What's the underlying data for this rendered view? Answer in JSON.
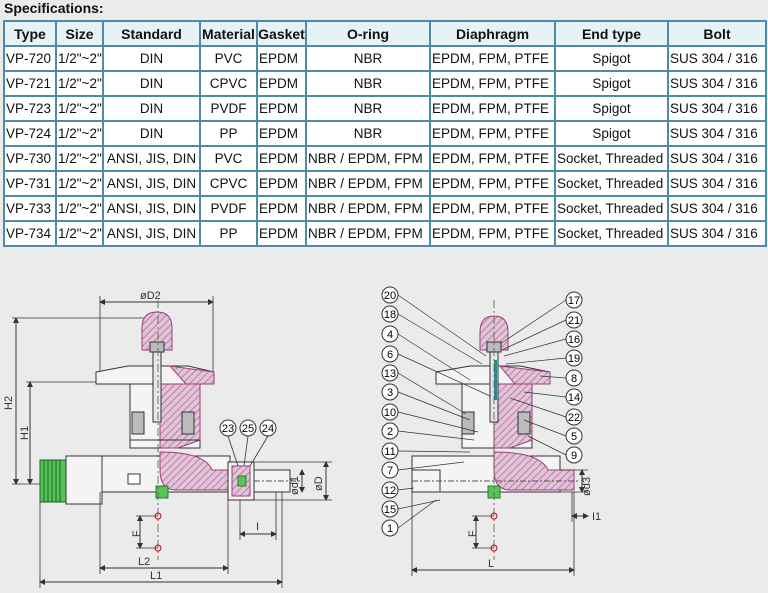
{
  "title": "Specifications:",
  "table": {
    "headers": [
      "Type",
      "Size",
      "Standard",
      "Material",
      "Gasket",
      "O-ring",
      "Diaphragm",
      "End type",
      "Bolt"
    ],
    "rows": [
      [
        "VP-720",
        "1/2\"~2\"",
        "DIN",
        "PVC",
        "EPDM",
        "NBR",
        "EPDM, FPM, PTFE",
        "Spigot",
        "SUS 304 / 316"
      ],
      [
        "VP-721",
        "1/2\"~2\"",
        "DIN",
        "CPVC",
        "EPDM",
        "NBR",
        "EPDM, FPM, PTFE",
        "Spigot",
        "SUS 304 / 316"
      ],
      [
        "VP-723",
        "1/2\"~2\"",
        "DIN",
        "PVDF",
        "EPDM",
        "NBR",
        "EPDM, FPM, PTFE",
        "Spigot",
        "SUS 304 / 316"
      ],
      [
        "VP-724",
        "1/2\"~2\"",
        "DIN",
        "PP",
        "EPDM",
        "NBR",
        "EPDM, FPM, PTFE",
        "Spigot",
        "SUS 304 / 316"
      ],
      [
        "VP-730",
        "1/2\"~2\"",
        "ANSI, JIS, DIN",
        "PVC",
        "EPDM",
        "NBR / EPDM, FPM",
        "EPDM, FPM, PTFE",
        "Socket, Threaded",
        "SUS 304 / 316"
      ],
      [
        "VP-731",
        "1/2\"~2\"",
        "ANSI, JIS, DIN",
        "CPVC",
        "EPDM",
        "NBR / EPDM, FPM",
        "EPDM, FPM, PTFE",
        "Socket, Threaded",
        "SUS 304 / 316"
      ],
      [
        "VP-733",
        "1/2\"~2\"",
        "ANSI, JIS, DIN",
        "PVDF",
        "EPDM",
        "NBR / EPDM, FPM",
        "EPDM, FPM, PTFE",
        "Socket, Threaded",
        "SUS 304 / 316"
      ],
      [
        "VP-734",
        "1/2\"~2\"",
        "ANSI, JIS, DIN",
        "PP",
        "EPDM",
        "NBR / EPDM, FPM",
        "EPDM, FPM, PTFE",
        "Socket, Threaded",
        "SUS 304 / 316"
      ]
    ]
  },
  "drawing_left": {
    "dimensions": {
      "d2": "øD2",
      "h2": "H2",
      "h1": "H1",
      "d1": "ød1",
      "d": "øD",
      "f": "F",
      "l2": "L2",
      "l1": "L1",
      "i": "I"
    },
    "balloons": [
      "23",
      "25",
      "24"
    ]
  },
  "drawing_right": {
    "dimensions": {
      "d3": "ød3",
      "f": "F",
      "l": "L",
      "i1": "I1"
    },
    "balloons_left": [
      "20",
      "18",
      "4",
      "6",
      "13",
      "3",
      "10",
      "2",
      "11",
      "7",
      "12",
      "15",
      "1"
    ],
    "balloons_right": [
      "17",
      "21",
      "16",
      "19",
      "8",
      "14",
      "22",
      "5",
      "9"
    ]
  },
  "colors": {
    "header_bg": "#e7f2f7",
    "border": "#4f8aa6",
    "body_fill": "#ddc7d6",
    "body_stroke": "#9c3f7a",
    "hatch": "#c7509a",
    "metal": "#4a4a4a",
    "green": "#57c45a",
    "teal": "#2a8c8c"
  }
}
